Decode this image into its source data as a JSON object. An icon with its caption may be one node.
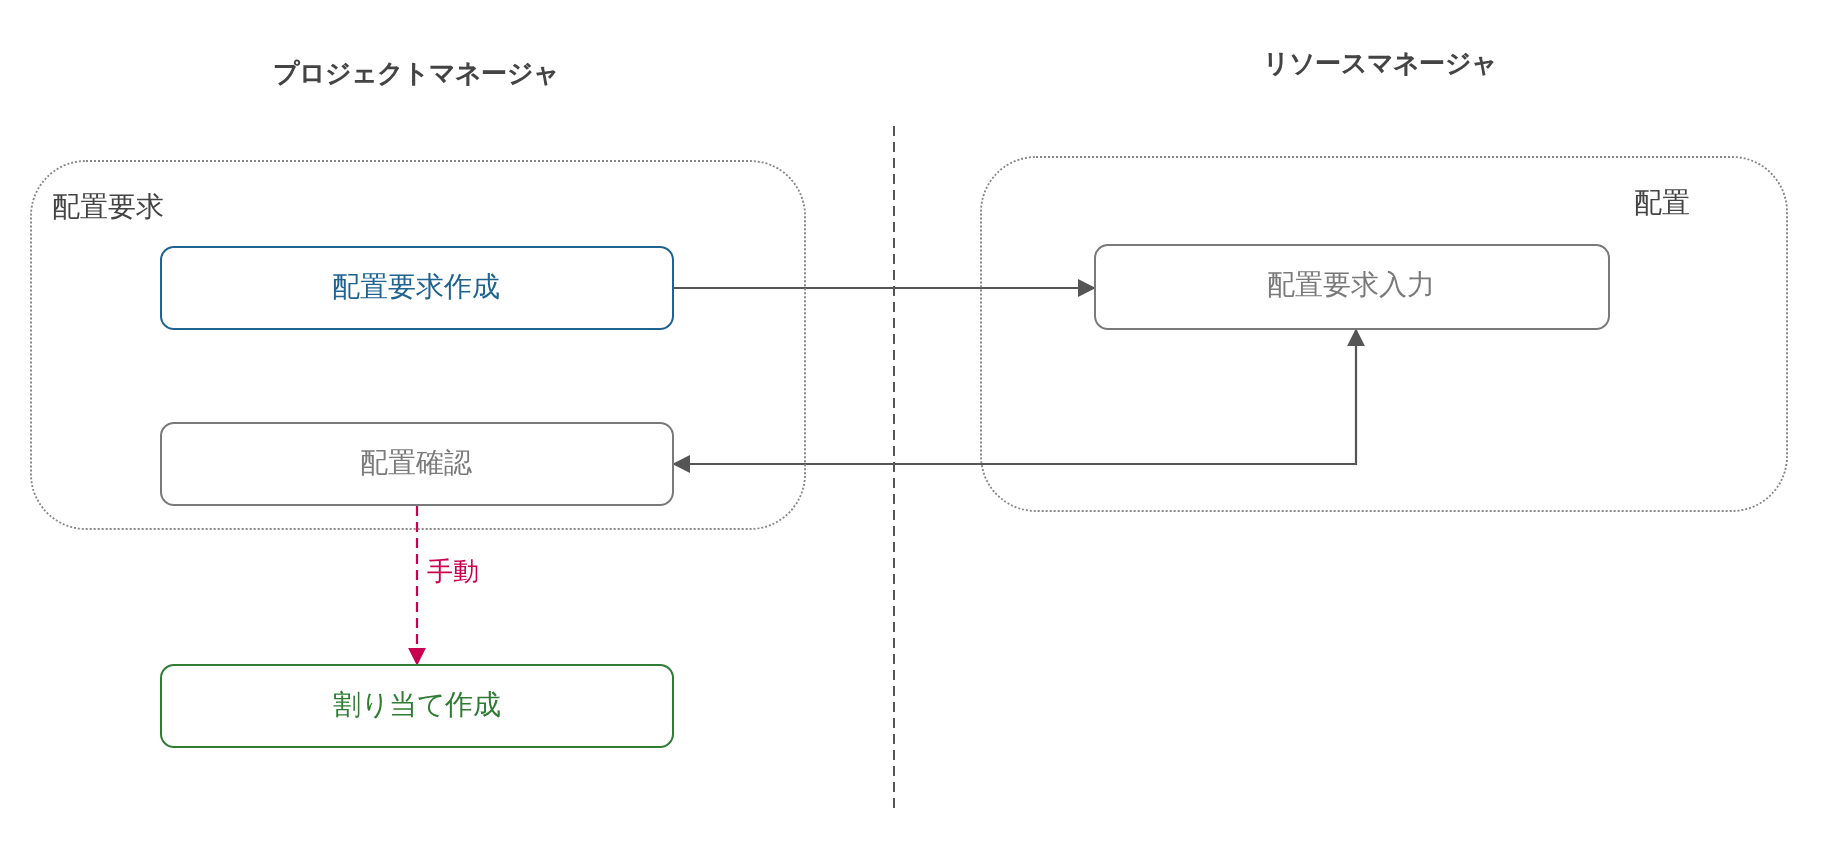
{
  "diagram": {
    "nodes": [
      {
        "text": [
          "配置要求"
        ]
      },
      {
        "text": [
          "配置要求作成"
        ],
        "in": 0
      },
      {
        "text": [
          "配置確認"
        ],
        "in": 0
      },
      {
        "text": [
          "配置"
        ]
      },
      {
        "text": [
          "配置要求入力"
        ],
        "in": 3
      },
      {
        "text": [
          "割り当て作成"
        ]
      }
    ],
    "edges": [
      {
        "from": 1,
        "to": 4,
        "arrow": "to"
      },
      {
        "from": 2,
        "to": 4,
        "arrow": "both"
      },
      {
        "from": 2,
        "to": 5,
        "arrow": "to",
        "label": "手動",
        "style": "dashed",
        "color": "#c8004f"
      }
    ],
    "labels": [
      "プロジェクトマネージャ",
      "リソースマネージャ"
    ]
  }
}
